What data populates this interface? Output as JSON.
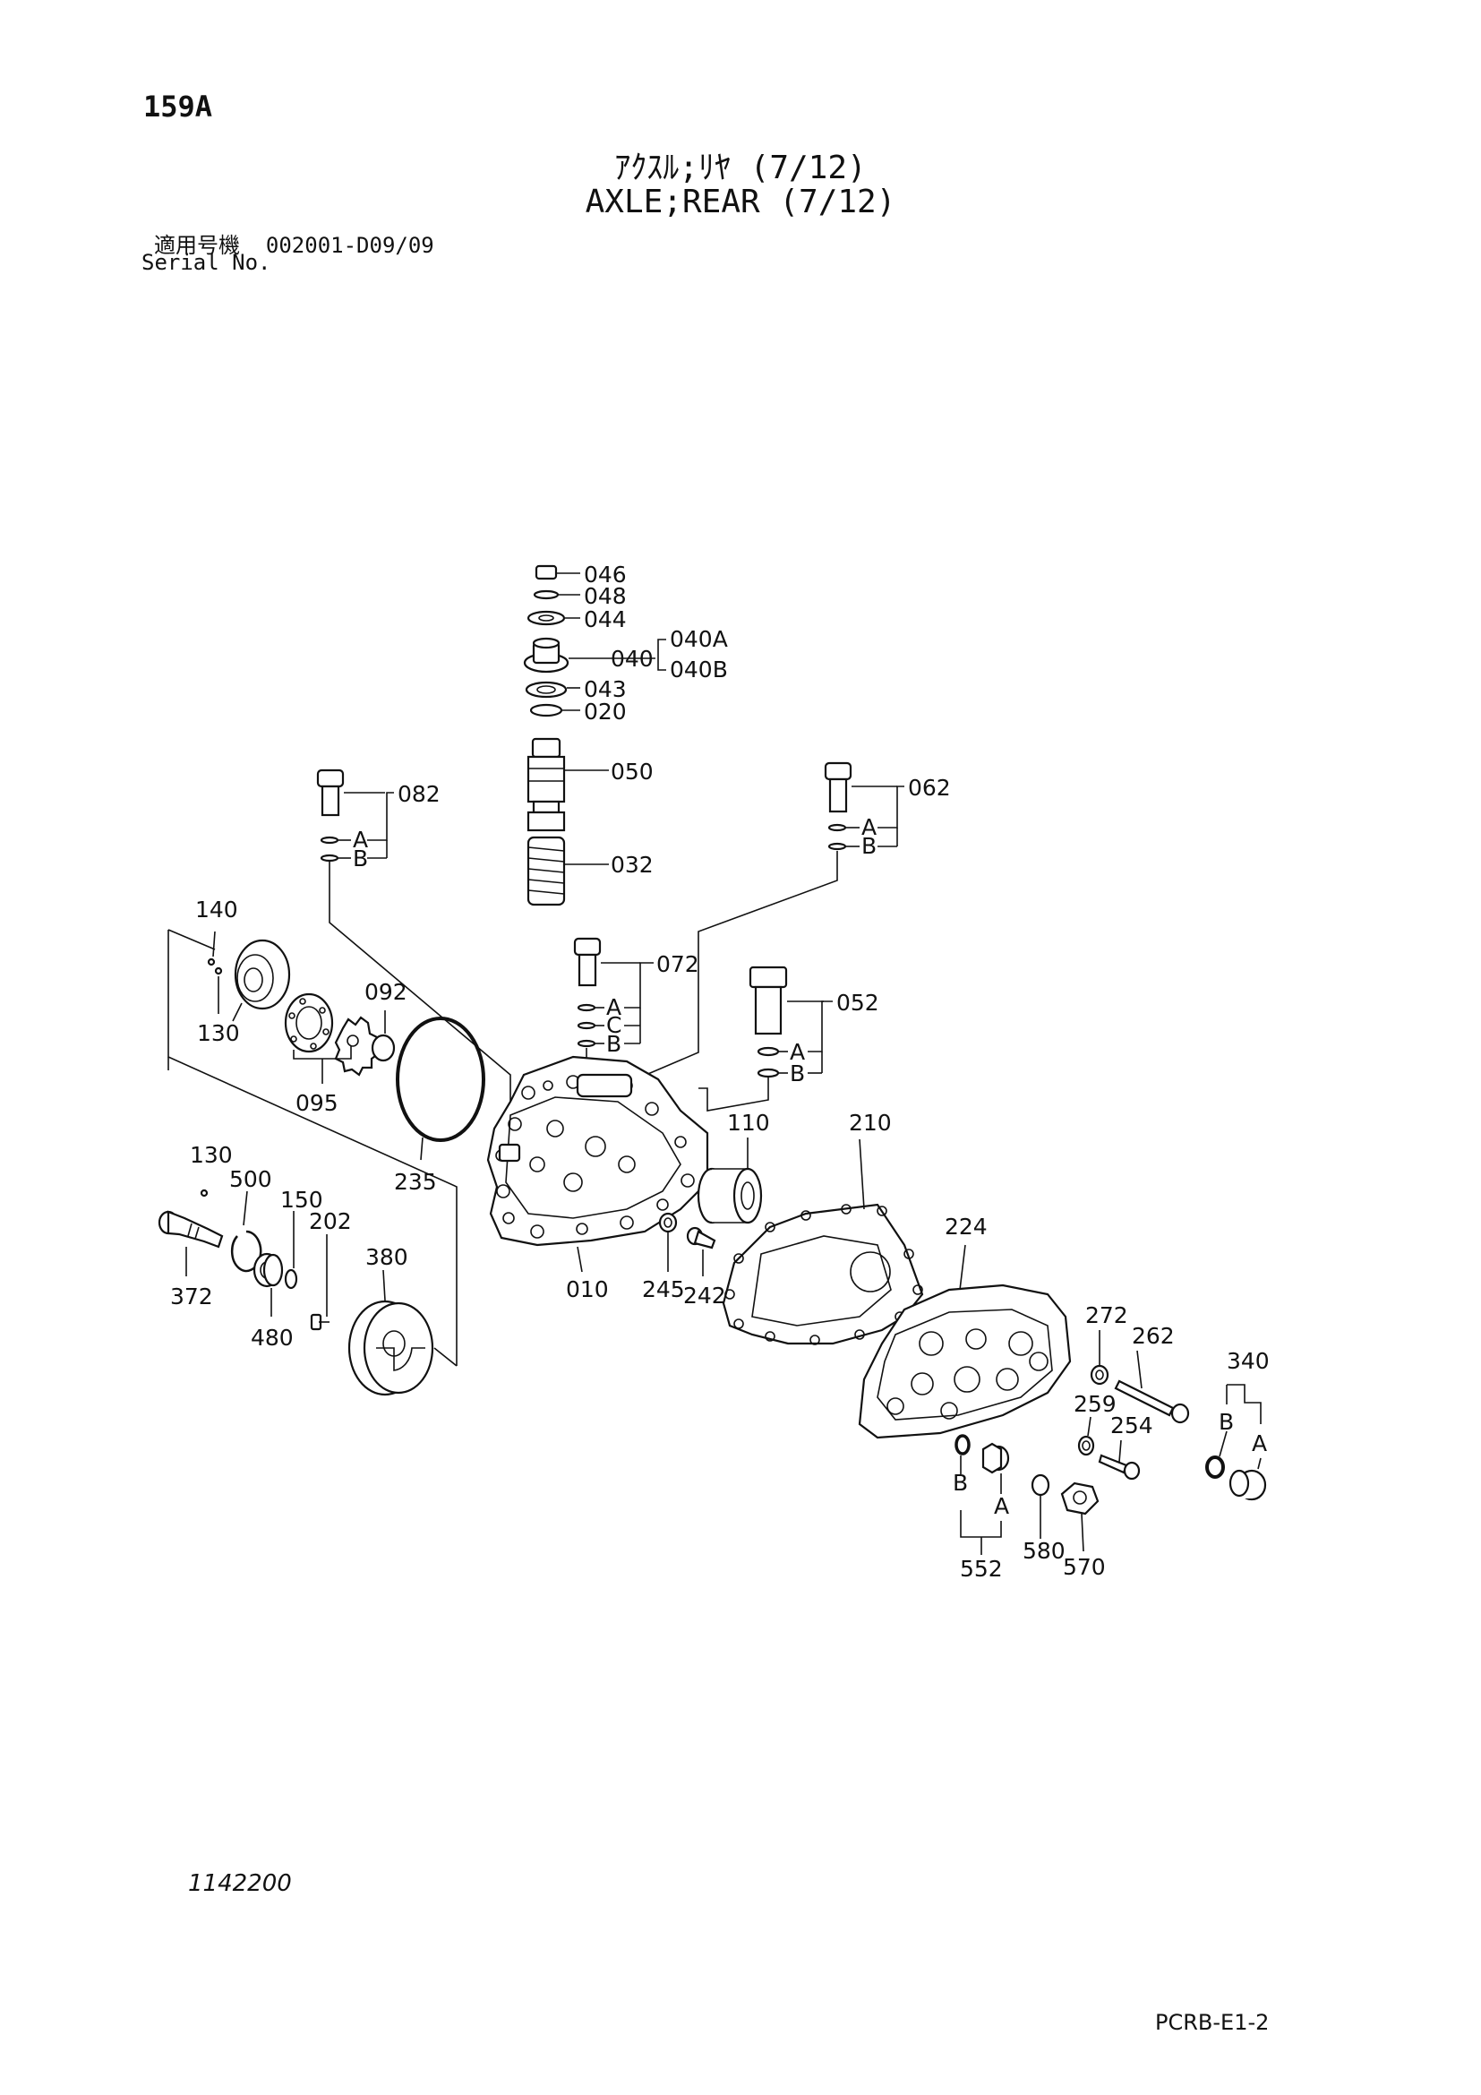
{
  "header": {
    "page_code": "159A",
    "title_jp": "ｱｸｽﾙ;ﾘﾔ (7/12)",
    "title_en": "AXLE;REAR (7/12)",
    "serial_label_jp": "適用号機",
    "serial_range": "002001-D09/09",
    "serial_label_en": "Serial No."
  },
  "footer": {
    "figure_number": "1142200",
    "sheet_code": "PCRB-E1-2"
  },
  "callouts": {
    "c046": "046",
    "c048": "048",
    "c044": "044",
    "c040": "040",
    "c040A": "040A",
    "c040B": "040B",
    "c043": "043",
    "c020": "020",
    "c050": "050",
    "c032": "032",
    "c082": "082",
    "c062": "062",
    "c072": "072",
    "c052": "052",
    "c140": "140",
    "c130a": "130",
    "c092": "092",
    "c095": "095",
    "c235": "235",
    "c110": "110",
    "c210": "210",
    "c010": "010",
    "c245": "245",
    "c242": "242",
    "c224": "224",
    "c130b": "130",
    "c500": "500",
    "c150": "150",
    "c202": "202",
    "c380": "380",
    "c372": "372",
    "c480": "480",
    "c272": "272",
    "c262": "262",
    "c340": "340",
    "c259": "259",
    "c254": "254",
    "c552": "552",
    "c580": "580",
    "c570": "570"
  },
  "sub_labels": {
    "a": "A",
    "b": "B",
    "c": "C"
  }
}
